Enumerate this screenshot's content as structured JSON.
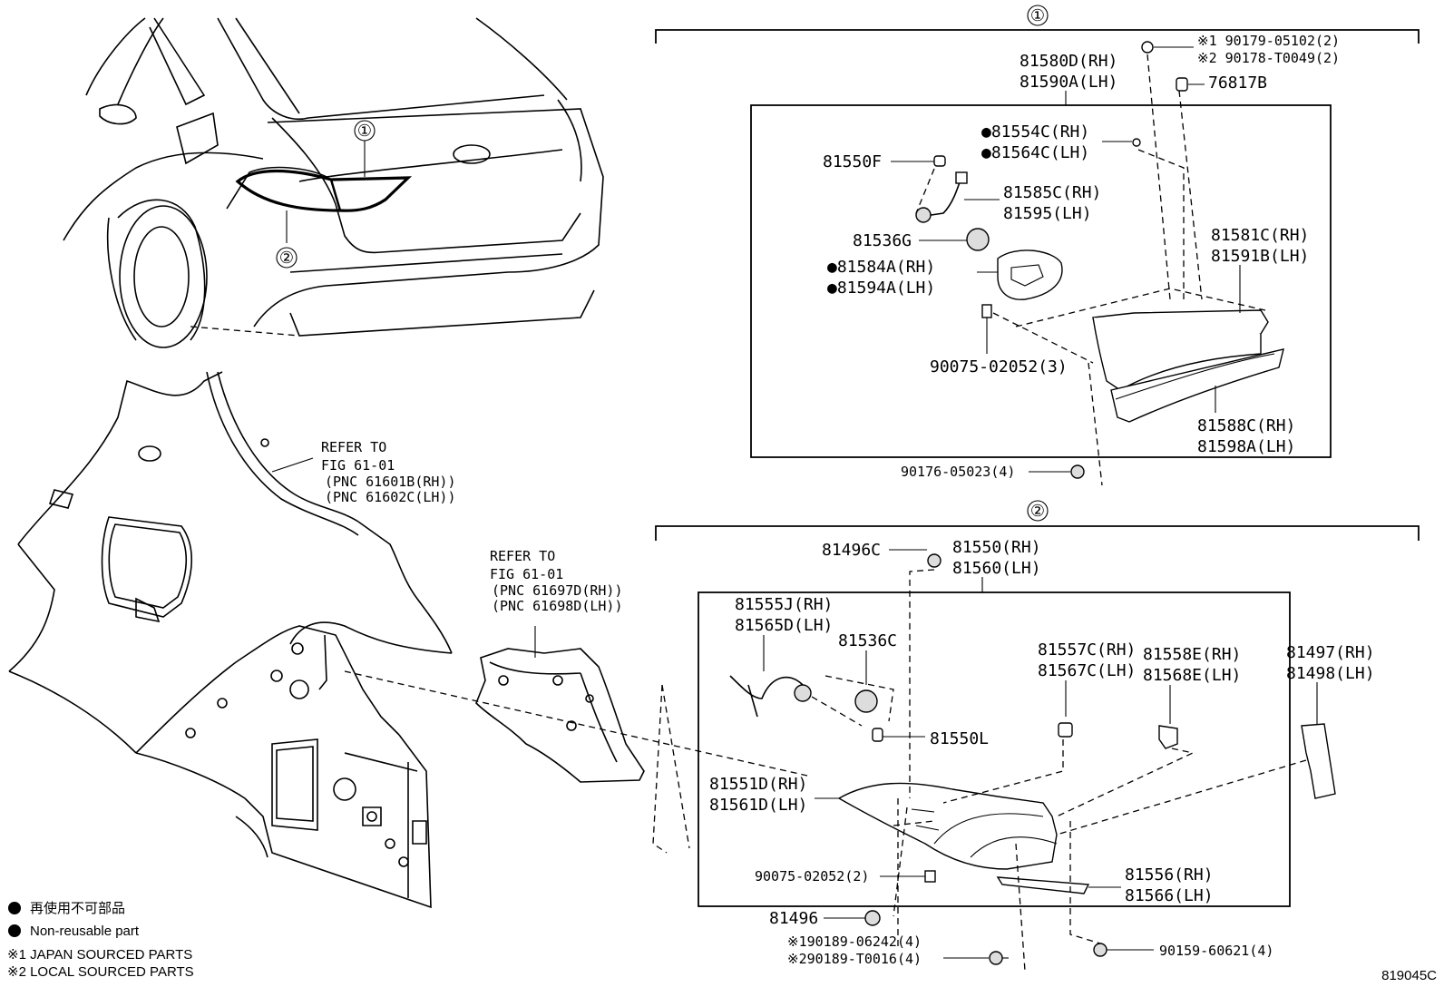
{
  "group1": {
    "marker": "①",
    "labels": {
      "p81580D": "81580D(RH)",
      "p81590A": "81590A(LH)",
      "p90179": "※1 90179-05102(2)",
      "p90178": "※2 90178-T0049(2)",
      "p76817B": "76817B",
      "p81554C": "●81554C(RH)",
      "p81564C": "●81564C(LH)",
      "p81550F": "81550F",
      "p81585C": "81585C(RH)",
      "p81595": "81595(LH)",
      "p81536G": "81536G",
      "p81584A": "●81584A(RH)",
      "p81594A": "●81594A(LH)",
      "p81581C": "81581C(RH)",
      "p81591B": "81591B(LH)",
      "p90075_3": "90075-02052(3)",
      "p81588C": "81588C(RH)",
      "p81598A": "81598A(LH)",
      "p90176": "90176-05023(4)"
    }
  },
  "group2": {
    "marker": "②",
    "labels": {
      "p81496C": "81496C",
      "p81550": "81550(RH)",
      "p81560": "81560(LH)",
      "p81555J": "81555J(RH)",
      "p81565D": "81565D(LH)",
      "p81536C": "81536C",
      "p81557C": "81557C(RH)",
      "p81567C": "81567C(LH)",
      "p81558E": "81558E(RH)",
      "p81568E": "81568E(LH)",
      "p81497": "81497(RH)",
      "p81498": "81498(LH)",
      "p81550L": "81550L",
      "p81551D": "81551D(RH)",
      "p81561D": "81561D(LH)",
      "p90075_2": "90075-02052(2)",
      "p81556": "81556(RH)",
      "p81566": "81566(LH)",
      "p81496": "81496",
      "p90189a": "※190189-06242(4)",
      "p90189b": "※290189-T0016(4)",
      "p90159": "90159-60621(4)"
    }
  },
  "car": {
    "marker1": "①",
    "marker2": "②"
  },
  "refer1": {
    "line1": "REFER TO",
    "line2": "FIG 61-01",
    "line3": "(PNC 61601B(RH))",
    "line4": "(PNC 61602C(LH))"
  },
  "refer2": {
    "line1": "REFER TO",
    "line2": "FIG 61-01",
    "line3": "(PNC 61697D(RH))",
    "line4": "(PNC 61698D(LH))"
  },
  "legend": {
    "jp": "再使用不可部品",
    "nonreusable": "Non-reusable part",
    "note1": "※1 JAPAN SOURCED PARTS",
    "note2": "※2 LOCAL SOURCED PARTS"
  },
  "figure_code": "819045C"
}
